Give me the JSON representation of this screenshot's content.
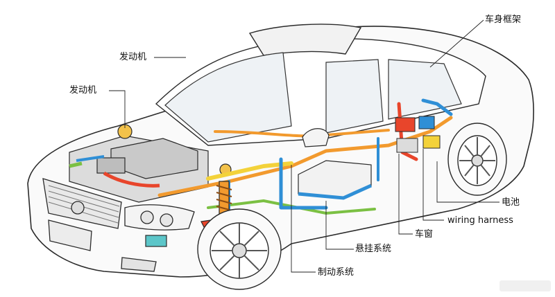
{
  "labels": {
    "frame": "车身框架",
    "engine_top": "发动机",
    "engine_side": "发动机",
    "battery": "电池",
    "wiring": "wiring harness",
    "window": "车窗",
    "suspension": "悬挂系统",
    "brake": "制动系统"
  },
  "colors": {
    "wiring_orange": "#f29a2e",
    "wiring_yellow": "#f3d23a",
    "wiring_green": "#7bc043",
    "wiring_blue": "#2f8fd6",
    "wiring_red": "#e8452b",
    "outline": "#2a2a2a"
  }
}
